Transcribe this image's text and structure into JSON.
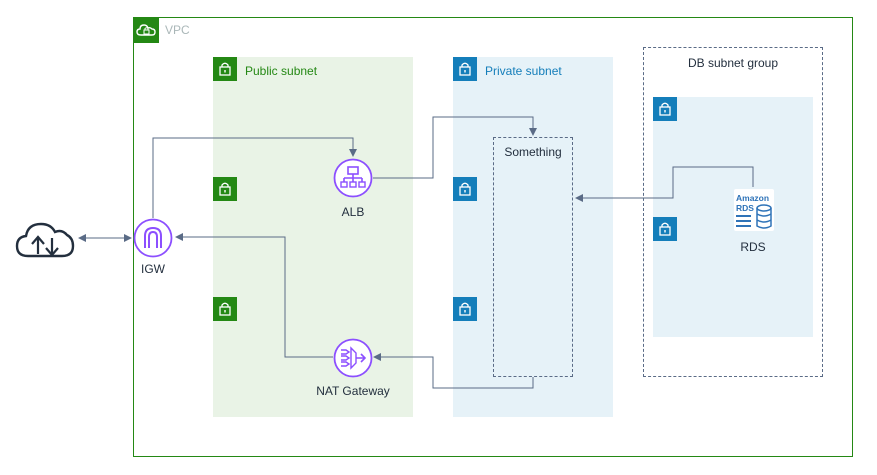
{
  "vpc": {
    "label": "VPC",
    "icon": "cloud-lock-icon",
    "color": "#248814"
  },
  "public_subnet": {
    "label": "Public subnet",
    "color": "#248814"
  },
  "private_subnet": {
    "label": "Private subnet",
    "color": "#147eba"
  },
  "db_subnet_group": {
    "label": "DB subnet group"
  },
  "something": {
    "label": "Something"
  },
  "nodes": {
    "internet": {
      "icon": "internet-cloud-icon"
    },
    "igw": {
      "label": "IGW",
      "icon": "internet-gateway-icon"
    },
    "alb": {
      "label": "ALB",
      "icon": "load-balancer-icon"
    },
    "nat": {
      "label": "NAT Gateway",
      "icon": "nat-gateway-icon"
    },
    "rds": {
      "label": "RDS",
      "icon": "rds-icon",
      "icon_text_line1": "Amazon",
      "icon_text_line2": "RDS"
    }
  },
  "colors": {
    "node": "#8c4fff",
    "rds": "#2e73b8",
    "line": "#5a6b86"
  }
}
